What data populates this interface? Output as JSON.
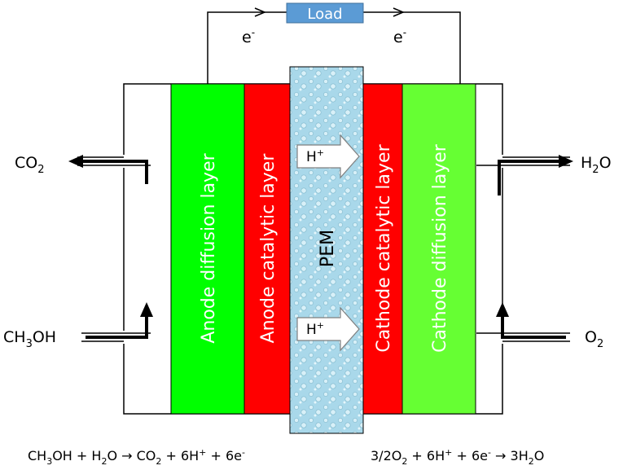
{
  "load": {
    "label": "Load"
  },
  "electrons": {
    "left": "e",
    "right": "e",
    "sign": "-"
  },
  "layers": {
    "anode_diffusion": "Anode diffusion layer",
    "anode_catalytic": "Anode catalytic layer",
    "pem": "PEM",
    "cathode_catalytic": "Cathode catalytic layer",
    "cathode_diffusion": "Cathode diffusion layer"
  },
  "proton": {
    "base": "H",
    "sign": "+"
  },
  "ports": {
    "co2": {
      "a": "CO",
      "sub": "2"
    },
    "ch3oh": {
      "a": "CH",
      "sub": "3",
      "b": "OH"
    },
    "h2o": {
      "a": "H",
      "sub": "2",
      "b": "O"
    },
    "o2": {
      "a": "O",
      "sub": "2"
    }
  },
  "equations": {
    "anode": {
      "p1": "CH",
      "s1": "3",
      "p2": "OH + H",
      "s2": "2",
      "p3": "O → CO",
      "s3": "2",
      "p4": " + 6H",
      "sup1": "+",
      "p5": " + 6e",
      "sup2": "-"
    },
    "cathode": {
      "p1": "3/2O",
      "s1": "2",
      "p2": " + 6H",
      "sup1": "+",
      "p3": " + 6e",
      "sup2": "-",
      "p4": " → 3H",
      "s2": "2",
      "p5": "O"
    }
  },
  "colors": {
    "anode_diffusion": "#00ff00",
    "catalytic": "#ff0000",
    "cathode_diffusion": "#66ff33",
    "pem": "#a9d8ea",
    "load": "#5b9bd5",
    "arrow_fill": "#ffffff"
  }
}
